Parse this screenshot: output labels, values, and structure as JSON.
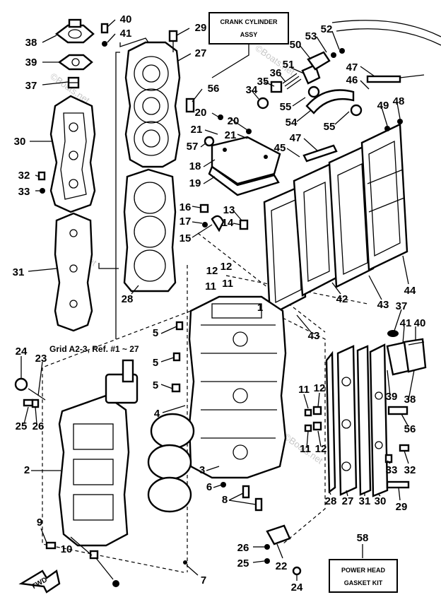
{
  "diagram": {
    "crank_box": {
      "line1": "CRANK CYLINDER",
      "line2": "ASSY"
    },
    "gasket_box": {
      "number": "58",
      "line1": "POWER HEAD",
      "line2": "GASKET KIT"
    },
    "grid_ref": "Grid A2-3, Ref. #1 ~ 27",
    "fwd_label": "FWD",
    "watermarks": [
      "©Boats.net",
      "©Boats.net",
      "©Boats.net",
      "©Boats.net"
    ],
    "callouts": [
      {
        "id": "c40a",
        "text": "40"
      },
      {
        "id": "c41a",
        "text": "41"
      },
      {
        "id": "c38a",
        "text": "38"
      },
      {
        "id": "c39a",
        "text": "39"
      },
      {
        "id": "c37a",
        "text": "37"
      },
      {
        "id": "c30a",
        "text": "30"
      },
      {
        "id": "c32a",
        "text": "32"
      },
      {
        "id": "c33a",
        "text": "33"
      },
      {
        "id": "c31a",
        "text": "31"
      },
      {
        "id": "c29a",
        "text": "29"
      },
      {
        "id": "c27a",
        "text": "27"
      },
      {
        "id": "c56a",
        "text": "56"
      },
      {
        "id": "c20a",
        "text": "20"
      },
      {
        "id": "c20b",
        "text": "20"
      },
      {
        "id": "c21a",
        "text": "21"
      },
      {
        "id": "c21b",
        "text": "21"
      },
      {
        "id": "c57",
        "text": "57"
      },
      {
        "id": "c18",
        "text": "18"
      },
      {
        "id": "c19",
        "text": "19"
      },
      {
        "id": "c16",
        "text": "16"
      },
      {
        "id": "c13",
        "text": "13"
      },
      {
        "id": "c17",
        "text": "17"
      },
      {
        "id": "c14",
        "text": "14"
      },
      {
        "id": "c15",
        "text": "15"
      },
      {
        "id": "c28a",
        "text": "28"
      },
      {
        "id": "c12a",
        "text": "12"
      },
      {
        "id": "c12b",
        "text": "12"
      },
      {
        "id": "c11a",
        "text": "11"
      },
      {
        "id": "c11b",
        "text": "11"
      },
      {
        "id": "c53",
        "text": "53"
      },
      {
        "id": "c52",
        "text": "52"
      },
      {
        "id": "c50",
        "text": "50"
      },
      {
        "id": "c51",
        "text": "51"
      },
      {
        "id": "c36",
        "text": "36"
      },
      {
        "id": "c35",
        "text": "35"
      },
      {
        "id": "c34",
        "text": "34"
      },
      {
        "id": "c55a",
        "text": "55"
      },
      {
        "id": "c54",
        "text": "54"
      },
      {
        "id": "c55b",
        "text": "55"
      },
      {
        "id": "c47a",
        "text": "47"
      },
      {
        "id": "c46",
        "text": "46"
      },
      {
        "id": "c49",
        "text": "49"
      },
      {
        "id": "c48",
        "text": "48"
      },
      {
        "id": "c47b",
        "text": "47"
      },
      {
        "id": "c45",
        "text": "45"
      },
      {
        "id": "c44",
        "text": "44"
      },
      {
        "id": "c43a",
        "text": "43"
      },
      {
        "id": "c42",
        "text": "42"
      },
      {
        "id": "c43b",
        "text": "43"
      },
      {
        "id": "c37b",
        "text": "37"
      },
      {
        "id": "c41b",
        "text": "41"
      },
      {
        "id": "c40b",
        "text": "40"
      },
      {
        "id": "c24a",
        "text": "24"
      },
      {
        "id": "c23",
        "text": "23"
      },
      {
        "id": "c25a",
        "text": "25"
      },
      {
        "id": "c26a",
        "text": "26"
      },
      {
        "id": "c5a",
        "text": "5"
      },
      {
        "id": "c5b",
        "text": "5"
      },
      {
        "id": "c5c",
        "text": "5"
      },
      {
        "id": "c4",
        "text": "4"
      },
      {
        "id": "c11c",
        "text": "11"
      },
      {
        "id": "c12c",
        "text": "12"
      },
      {
        "id": "c11d",
        "text": "11"
      },
      {
        "id": "c12d",
        "text": "12"
      },
      {
        "id": "c39b",
        "text": "39"
      },
      {
        "id": "c38b",
        "text": "38"
      },
      {
        "id": "c56b",
        "text": "56"
      },
      {
        "id": "c2",
        "text": "2"
      },
      {
        "id": "c3",
        "text": "3"
      },
      {
        "id": "c6",
        "text": "6"
      },
      {
        "id": "c8",
        "text": "8"
      },
      {
        "id": "c33b",
        "text": "33"
      },
      {
        "id": "c32b",
        "text": "32"
      },
      {
        "id": "c28b",
        "text": "28"
      },
      {
        "id": "c27b",
        "text": "27"
      },
      {
        "id": "c31b",
        "text": "31"
      },
      {
        "id": "c30b",
        "text": "30"
      },
      {
        "id": "c29b",
        "text": "29"
      },
      {
        "id": "c9",
        "text": "9"
      },
      {
        "id": "c10",
        "text": "10"
      },
      {
        "id": "c26b",
        "text": "26"
      },
      {
        "id": "c25b",
        "text": "25"
      },
      {
        "id": "c22",
        "text": "22"
      },
      {
        "id": "c24b",
        "text": "24"
      },
      {
        "id": "c7",
        "text": "7"
      },
      {
        "id": "c1",
        "text": "1"
      }
    ]
  }
}
